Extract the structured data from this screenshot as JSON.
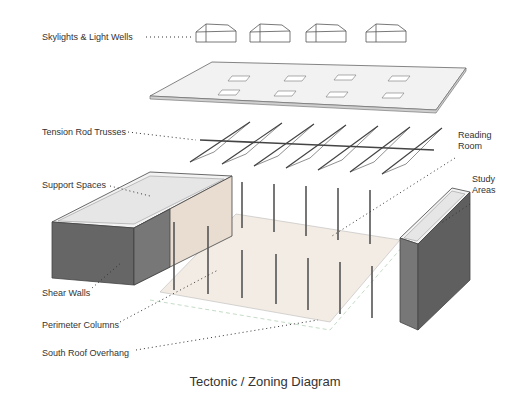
{
  "diagram": {
    "title": "Tectonic / Zoning Diagram",
    "labels": [
      "Skylights & Light Wells",
      "Tension Rod Trusses",
      "Support Spaces",
      "Reading Room",
      "Study Areas",
      "Shear Walls",
      "Perimeter Columns",
      "South Roof Overhang"
    ]
  }
}
